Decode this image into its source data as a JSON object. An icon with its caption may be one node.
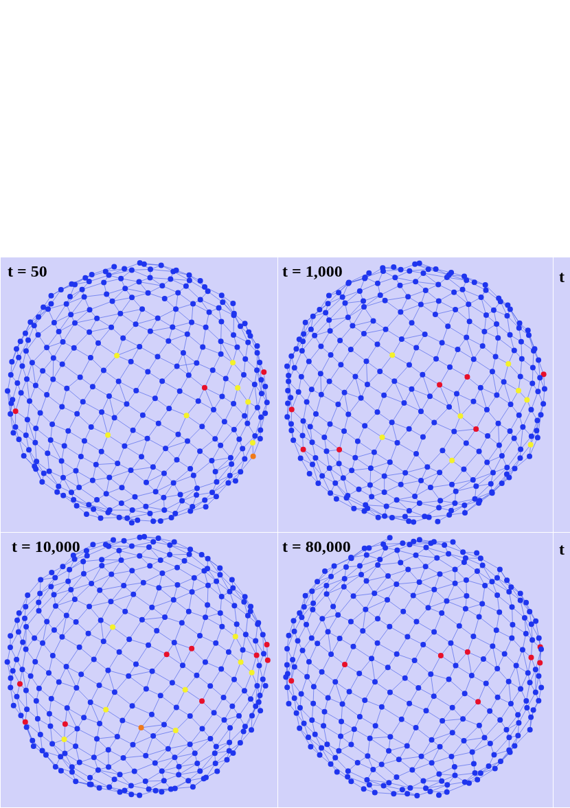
{
  "diagram": {
    "labels": [
      "t = 50",
      "t = 1,000",
      "t",
      "t = 10,000",
      "t = 80,000",
      "t"
    ]
  }
}
